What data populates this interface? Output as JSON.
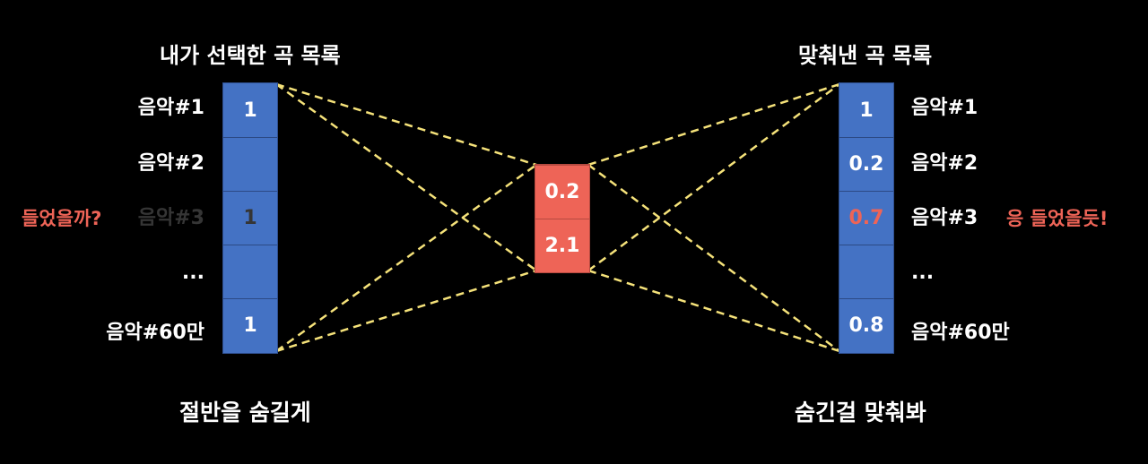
{
  "left": {
    "title": "내가 선택한 곡 목록",
    "rows": [
      {
        "label": "음악#1",
        "value": "1"
      },
      {
        "label": "음악#2",
        "value": ""
      },
      {
        "label": "음악#3",
        "value": "1"
      },
      {
        "label": "...",
        "value": ""
      },
      {
        "label": "음악#60만",
        "value": "1"
      }
    ],
    "note": "들었을까?",
    "footer": "절반을 숨길게"
  },
  "latent": {
    "values": [
      "0.2",
      "2.1"
    ]
  },
  "right": {
    "title": "맞춰낸 곡 목록",
    "rows": [
      {
        "label": "음악#1",
        "value": "1"
      },
      {
        "label": "음악#2",
        "value": "0.2"
      },
      {
        "label": "음악#3",
        "value": "0.7"
      },
      {
        "label": "...",
        "value": ""
      },
      {
        "label": "음악#60만",
        "value": "0.8"
      }
    ],
    "note": "응 들었을듯!",
    "footer": "숨긴걸 맞춰봐"
  },
  "colors": {
    "background": "#000000",
    "vector_blue": "#4472c4",
    "latent_red": "#ee6457",
    "highlight_text": "#ee6457",
    "hidden_text": "#353535",
    "connector": "#f5e27a"
  }
}
